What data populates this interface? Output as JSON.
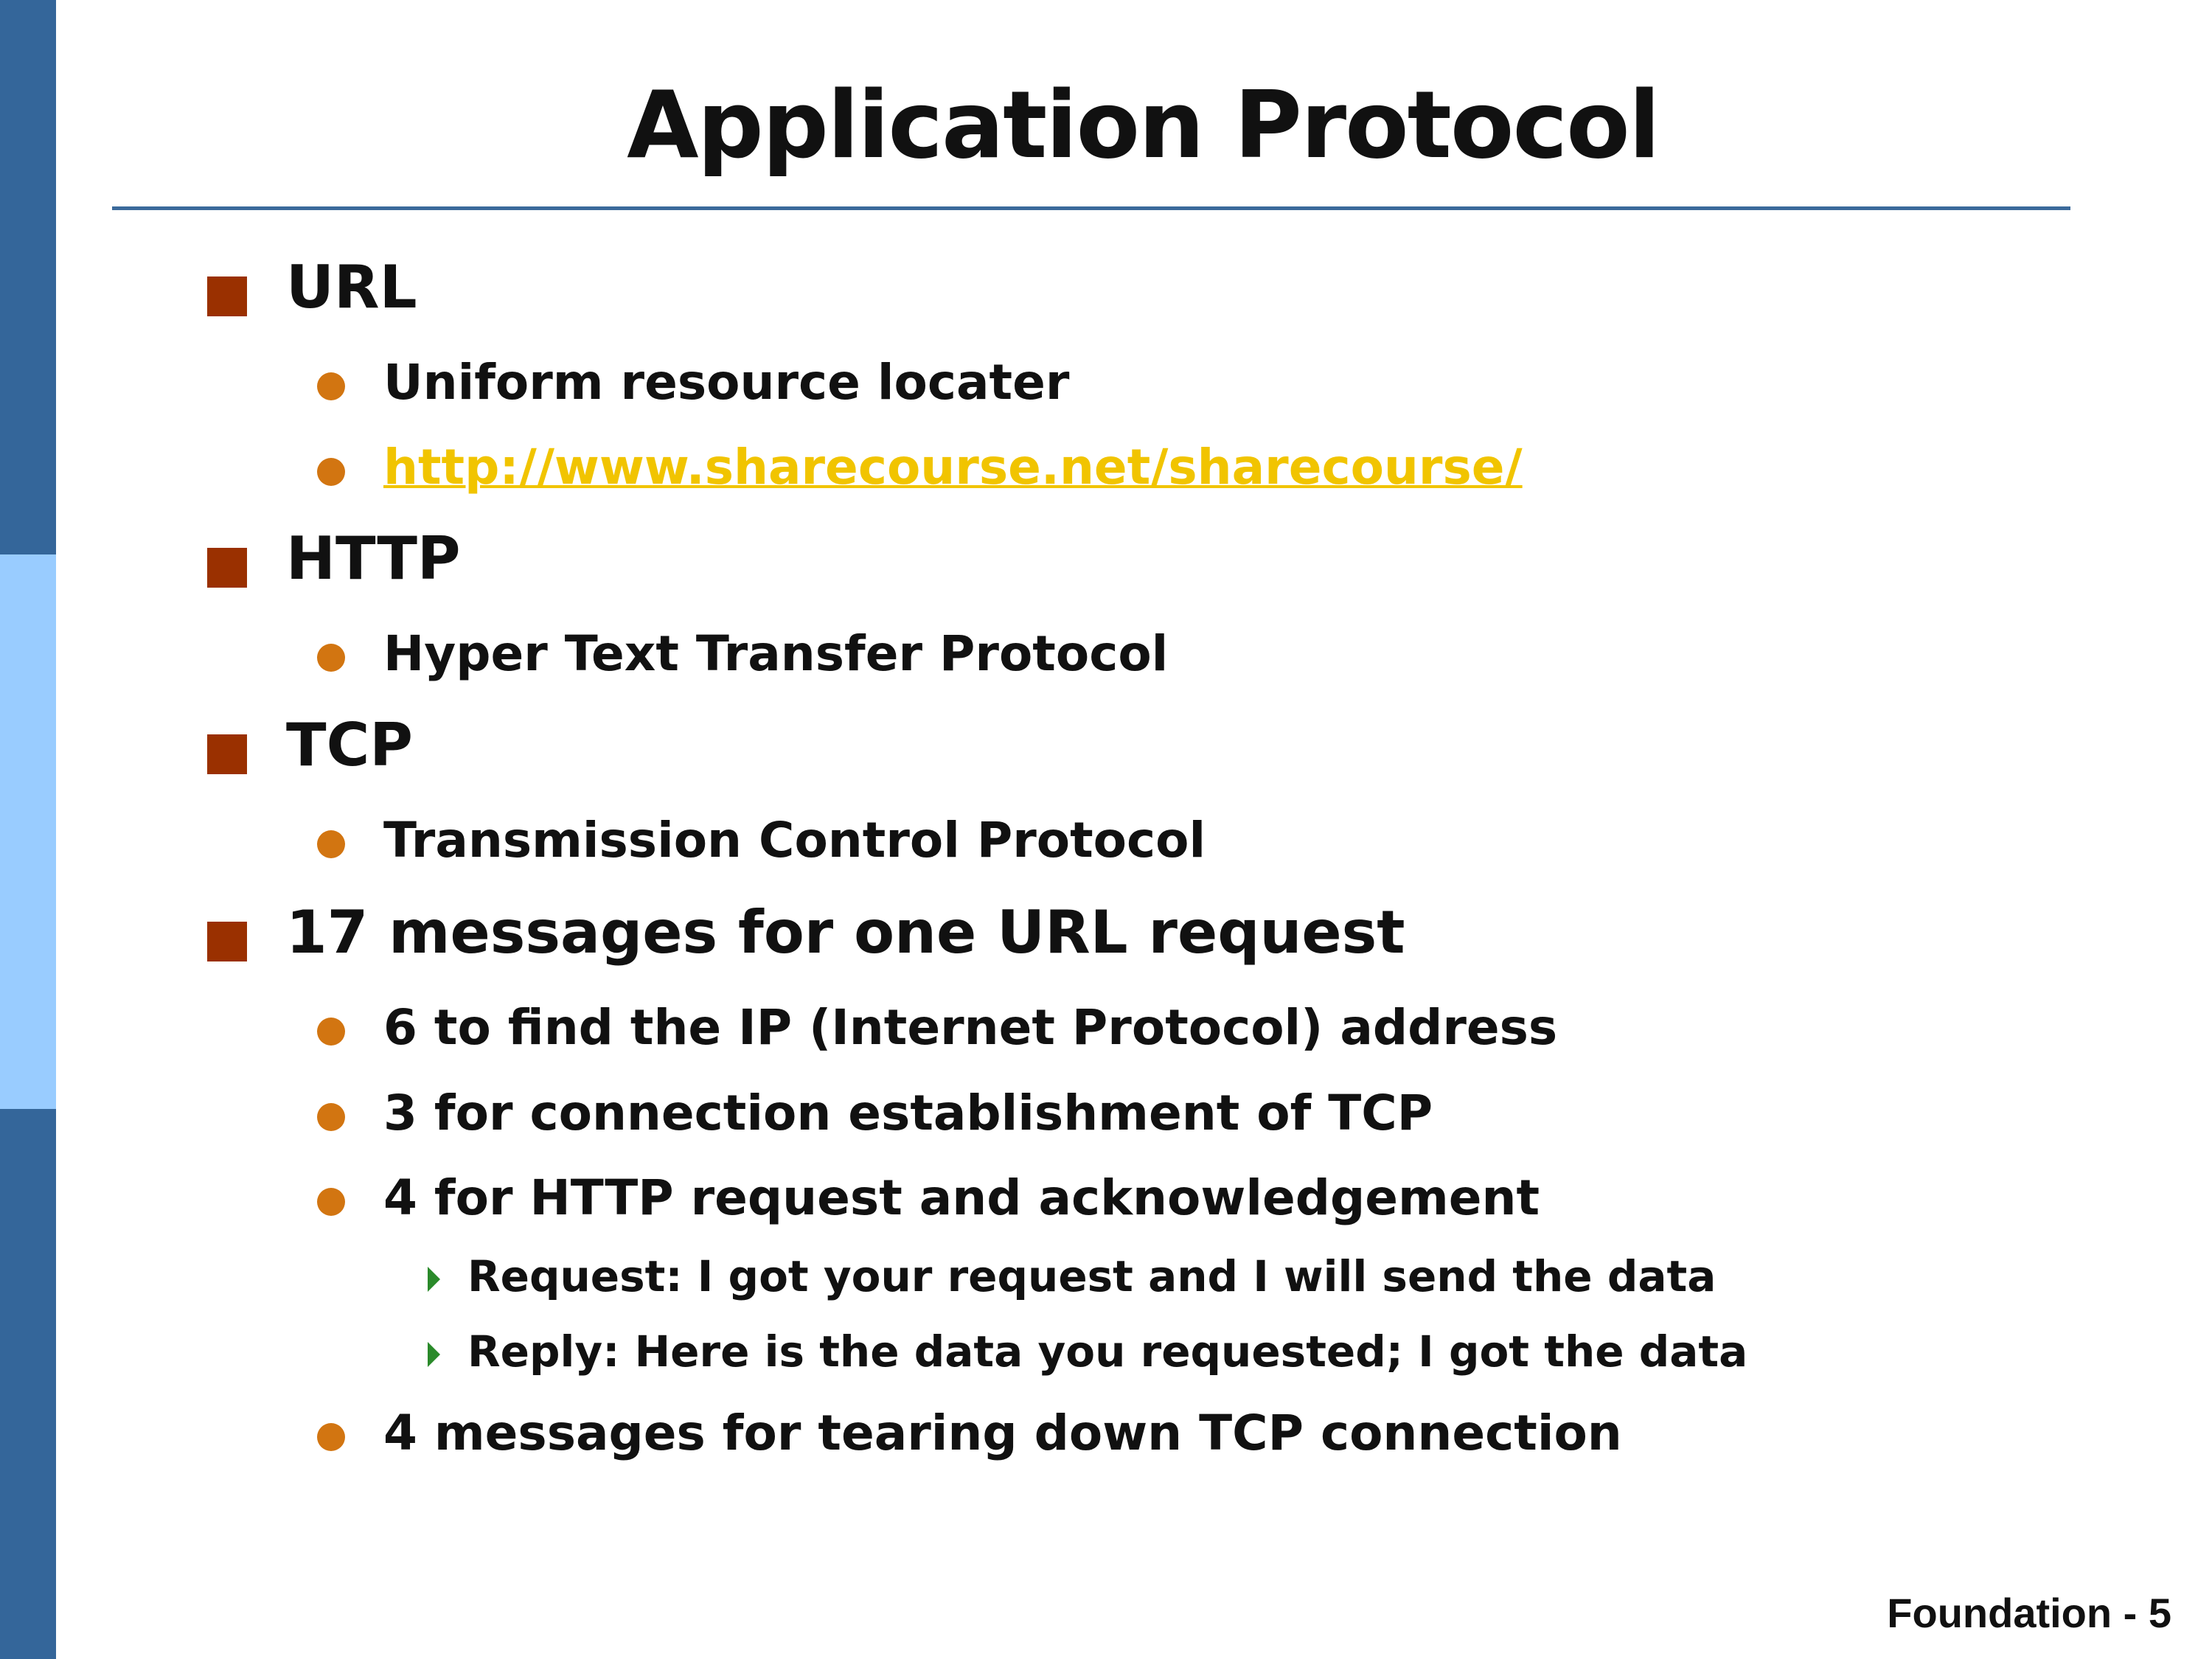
{
  "colors": {
    "sidebar_dark": "#34669a",
    "sidebar_light": "#99ccff",
    "rule": "#3b6a9b",
    "square_bullet": "#9a3000",
    "round_bullet": "#d27511",
    "arrow_bullet": "#2a8a2a",
    "link": "#f1c400"
  },
  "slide": {
    "title": "Application Protocol",
    "footer": "Foundation - 5",
    "sections": [
      {
        "heading": "URL",
        "points": [
          "Uniform resource locater",
          "http://www.sharecourse.net/sharecourse/"
        ]
      },
      {
        "heading": "HTTP",
        "points": [
          "Hyper Text Transfer Protocol"
        ]
      },
      {
        "heading": "TCP",
        "points": [
          "Transmission Control Protocol"
        ]
      },
      {
        "heading": "17 messages for one URL request",
        "points": [
          "6 to find the IP (Internet Protocol) address",
          "3 for connection establishment of TCP",
          "4 for HTTP request and acknowledgement",
          "4 messages for tearing down TCP connection"
        ],
        "subpoints": [
          "Request: I got your request and I will send the data",
          "Reply: Here is the data you requested; I got the data"
        ]
      }
    ]
  }
}
